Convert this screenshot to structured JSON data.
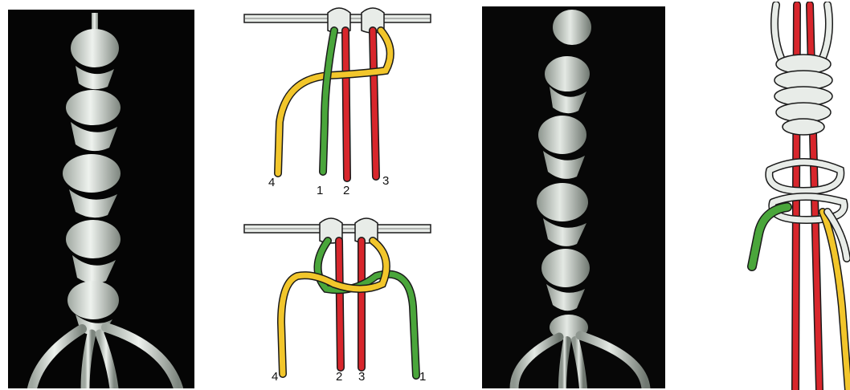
{
  "diagram_top": {
    "labels": [
      "4",
      "1",
      "2",
      "3"
    ]
  },
  "diagram_bottom": {
    "labels": [
      "4",
      "2",
      "3",
      "1"
    ]
  },
  "colors": {
    "red": "#d8262c",
    "green": "#4aa63b",
    "yellow": "#f2c62b",
    "rope": "#e8ece8",
    "outline": "#1a1a1a",
    "photo_bg": "#050505"
  },
  "panels": [
    "photo-left",
    "diagram-top",
    "diagram-bottom",
    "photo-right",
    "diagram-right"
  ]
}
